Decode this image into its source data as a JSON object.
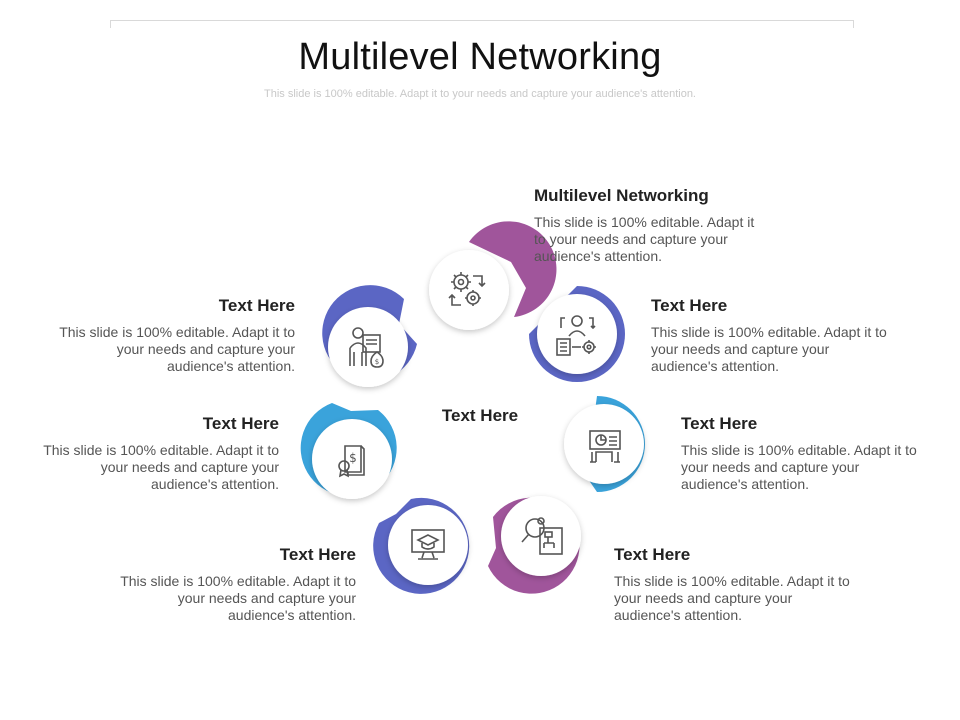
{
  "title": "Multilevel Networking",
  "subtitle": "This slide is 100% editable. Adapt it to your needs and capture your audience's attention.",
  "center_label": "Text Here",
  "colors": {
    "purple": "#a0559b",
    "indigo": "#5b66c4",
    "blue": "#3aa3db",
    "icon": "#555555"
  },
  "items": [
    {
      "heading": "Multilevel Networking",
      "body": "This slide is 100% editable. Adapt it to your needs and capture your audience's attention.",
      "icon": "gears-cycle-icon"
    },
    {
      "heading": "Text Here",
      "body": "This slide is 100% editable. Adapt it to your needs and capture your audience's attention.",
      "icon": "person-document-gear-icon"
    },
    {
      "heading": "Text Here",
      "body": "This slide is 100% editable. Adapt it to your needs and capture your audience's attention.",
      "icon": "presentation-board-icon"
    },
    {
      "heading": "Text Here",
      "body": "This slide is 100% editable. Adapt it to your needs and capture your audience's attention.",
      "icon": "search-flowchart-icon"
    },
    {
      "heading": "Text Here",
      "body": "This slide is 100% editable. Adapt it to your needs and capture your audience's attention.",
      "icon": "monitor-graduation-icon"
    },
    {
      "heading": "Text Here",
      "body": "This slide is 100% editable. Adapt it to your needs and capture your audience's attention.",
      "icon": "certificate-dollar-icon"
    },
    {
      "heading": "Text Here",
      "body": "This slide is 100% editable. Adapt it to your needs and capture your audience's attention.",
      "icon": "person-money-bag-icon"
    }
  ]
}
